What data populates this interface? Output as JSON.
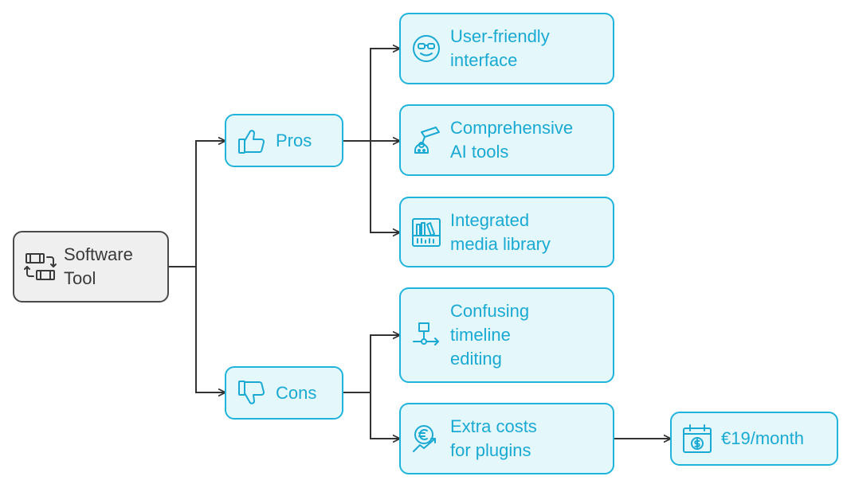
{
  "root": {
    "label": "Software\nTool",
    "icon": "video-conversion-icon"
  },
  "pros": {
    "label": "Pros",
    "icon": "thumbs-up-icon"
  },
  "cons": {
    "label": "Cons",
    "icon": "thumbs-down-icon"
  },
  "pros_items": [
    {
      "label": "User-friendly\ninterface",
      "icon": "smiling-face-icon"
    },
    {
      "label": "Comprehensive\nAI tools",
      "icon": "robot-arm-icon"
    },
    {
      "label": "Integrated\nmedia library",
      "icon": "media-library-icon"
    }
  ],
  "cons_items": [
    {
      "label": "Confusing\ntimeline\nediting",
      "icon": "timeline-flow-icon"
    },
    {
      "label": "Extra costs\nfor plugins",
      "icon": "euro-growth-icon"
    }
  ],
  "price": {
    "label": "€19/month",
    "icon": "calendar-dollar-icon"
  },
  "colors": {
    "accent": "#20b3dc",
    "accent_text": "#1aa9d3",
    "node_fill": "#e4f8fc",
    "root_fill": "#efefef",
    "root_border": "#4a4a4a",
    "connector": "#333333"
  }
}
